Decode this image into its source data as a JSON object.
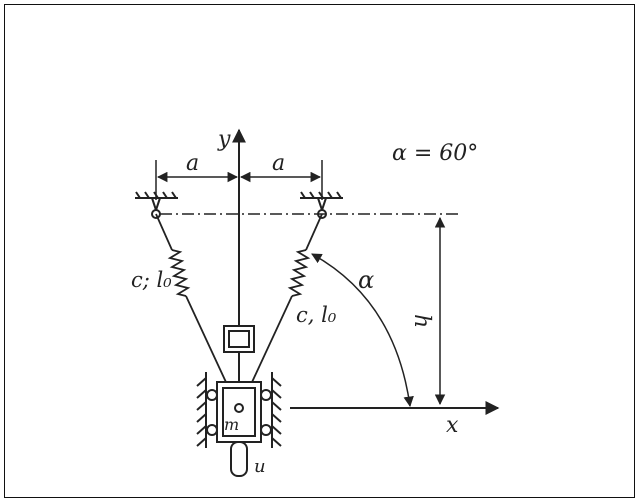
{
  "figure": {
    "angle_equation": "α = 60°",
    "labels": {
      "y_axis": "y",
      "x_axis": "x",
      "a_left": "a",
      "a_right": "a",
      "spring_left": "c; l₀",
      "spring_right": "c, l₀",
      "angle": "α",
      "height": "h",
      "mass": "m",
      "point": "u"
    }
  }
}
